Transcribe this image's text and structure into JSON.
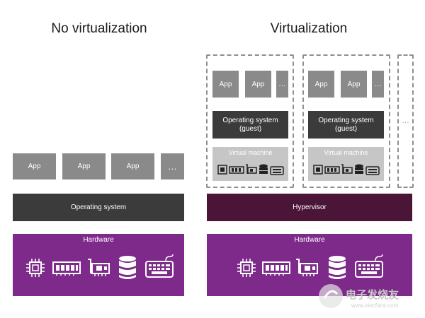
{
  "titles": {
    "left": "No virtualization",
    "right": "Virtualization"
  },
  "left": {
    "apps": [
      "App",
      "App",
      "App",
      "…"
    ],
    "os": "Operating system",
    "hardware": "Hardware"
  },
  "right": {
    "vms": [
      {
        "apps": [
          "App",
          "App",
          "…"
        ],
        "os_line1": "Operating system",
        "os_line2": "(guest)",
        "vm_label": "Virtual machine"
      },
      {
        "apps": [
          "App",
          "App",
          "…"
        ],
        "os_line1": "Operating system",
        "os_line2": "(guest)",
        "vm_label": "Virtual machine"
      }
    ],
    "more": "…",
    "hypervisor": "Hypervisor",
    "hardware": "Hardware"
  },
  "watermark": {
    "text": "电子发烧友",
    "sub": "www.elecfans.com"
  },
  "icons": [
    "cpu-icon",
    "memory-icon",
    "network-card-icon",
    "storage-icon",
    "keyboard-icon"
  ],
  "colors": {
    "hardware": "#7d2a8a",
    "hypervisor": "#4b1538",
    "os": "#3b3b3b",
    "app": "#8a8a8a",
    "vm": "#c6c6c6"
  }
}
